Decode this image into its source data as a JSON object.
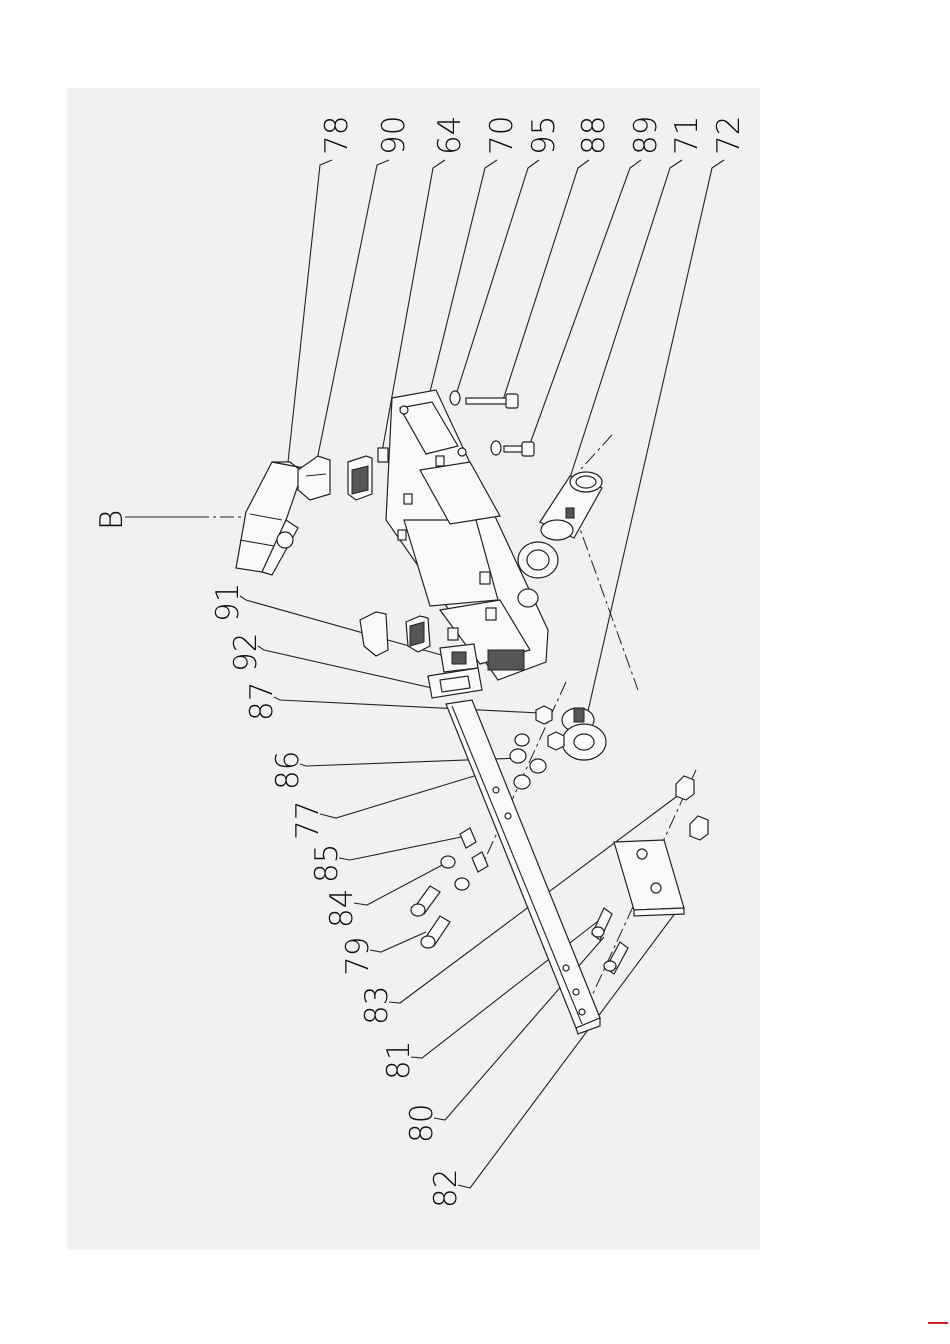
{
  "callouts": {
    "c78": "78",
    "c90": "90",
    "c64": "64",
    "c70": "70",
    "c95": "95",
    "c88": "88",
    "c89": "89",
    "c71": "71",
    "c72": "72",
    "cB": "B",
    "c91": "91",
    "c92": "92",
    "c87": "87",
    "c86": "86",
    "c77": "77",
    "c85": "85",
    "c84": "84",
    "c79": "79",
    "c83": "83",
    "c81": "81",
    "c80": "80",
    "c82": "82"
  },
  "colors": {
    "sheet_background": "#f1f1f1",
    "line": "#222222",
    "corner_mark": "#d02020"
  }
}
